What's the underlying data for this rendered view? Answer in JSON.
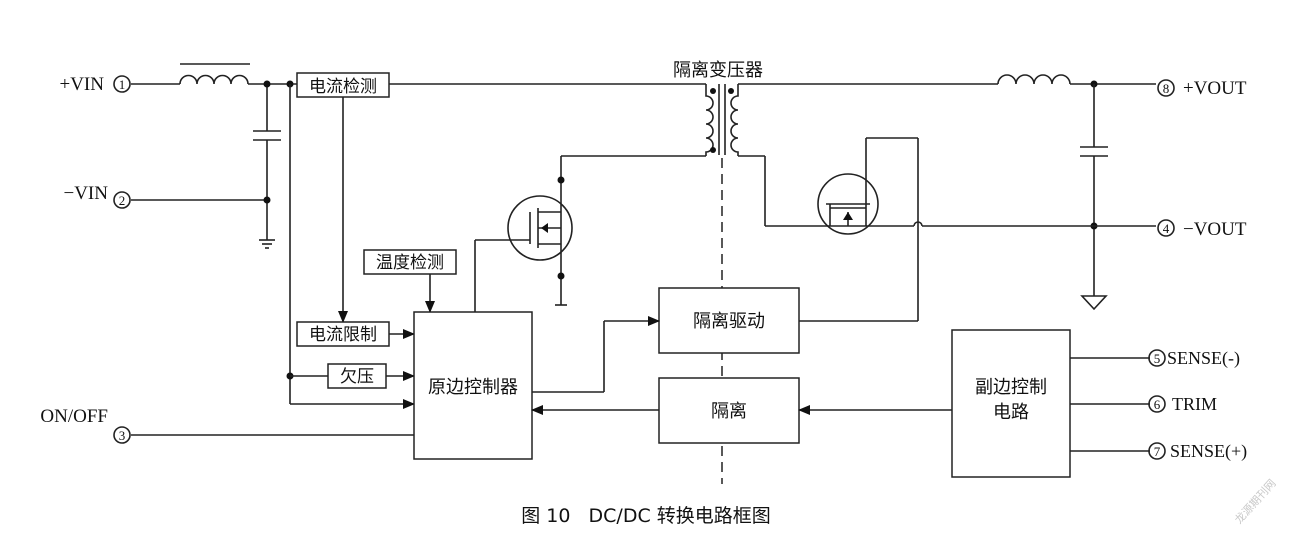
{
  "terminals": {
    "vin_pos": "+VIN",
    "vin_neg": "−VIN",
    "on_off": "ON/OFF",
    "vout_pos": "+VOUT",
    "vout_neg": "−VOUT",
    "sense_neg": "SENSE(-)",
    "trim": "TRIM",
    "sense_pos": "SENSE(+)"
  },
  "pins": {
    "p1": "①",
    "p2": "②",
    "p3": "③",
    "p4": "④",
    "p5": "⑤",
    "p6": "⑥",
    "p7": "⑦",
    "p8": "⑧"
  },
  "blocks": {
    "current_detect": "电流检测",
    "temp_detect": "温度检测",
    "current_limit": "电流限制",
    "undervoltage": "欠压",
    "primary_controller": "原边控制器",
    "isolated_transformer": "隔离变压器",
    "isolated_drive": "隔离驱动",
    "isolation": "隔离",
    "secondary_control_l1": "副边控制",
    "secondary_control_l2": "电路"
  },
  "caption": "图 10   DC/DC 转换电路框图",
  "watermark": "龙源期刊网"
}
